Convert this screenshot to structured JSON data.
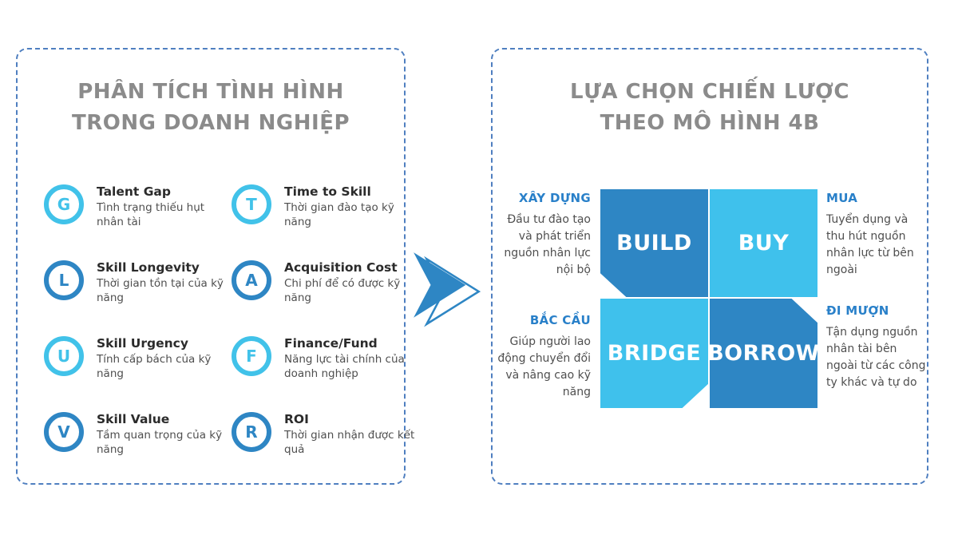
{
  "colors": {
    "accent_dark": "#2E86C4",
    "accent_light": "#41C2E9",
    "border_blue": "#4F7FC0",
    "title_gray": "#8B8B8B",
    "label_blue": "#2980C9",
    "text_dark": "#2B2B2B",
    "text_body": "#4F4F4F"
  },
  "left_panel": {
    "title_line1": "PHÂN TÍCH TÌNH HÌNH",
    "title_line2": "TRONG DOANH NGHIỆP",
    "items": [
      {
        "letter": "G",
        "title": "Talent Gap",
        "desc": "Tình trạng thiếu hụt nhân tài",
        "color": "#41C2E9"
      },
      {
        "letter": "T",
        "title": "Time to Skill",
        "desc": "Thời gian đào tạo kỹ năng",
        "color": "#41C2E9"
      },
      {
        "letter": "L",
        "title": "Skill Longevity",
        "desc": "Thời gian tồn tại của kỹ năng",
        "color": "#2E86C4"
      },
      {
        "letter": "A",
        "title": "Acquisition Cost",
        "desc": "Chi phí để có được kỹ năng",
        "color": "#2E86C4"
      },
      {
        "letter": "U",
        "title": "Skill Urgency",
        "desc": "Tính cấp bách của kỹ năng",
        "color": "#41C2E9"
      },
      {
        "letter": "F",
        "title": "Finance/Fund",
        "desc": "Năng lực tài chính của doanh nghiệp",
        "color": "#41C2E9"
      },
      {
        "letter": "V",
        "title": "Skill Value",
        "desc": "Tầm quan trọng của kỹ năng",
        "color": "#2E86C4"
      },
      {
        "letter": "R",
        "title": "ROI",
        "desc": "Thời gian nhận được kết quả",
        "color": "#2E86C4"
      }
    ]
  },
  "right_panel": {
    "title_line1": "LỰA CHỌN CHIẾN LƯỢC",
    "title_line2": "THEO MÔ HÌNH 4B",
    "quadrants": [
      {
        "word": "BUILD",
        "color": "#2E86C4"
      },
      {
        "word": "BUY",
        "color": "#3FC1EC"
      },
      {
        "word": "BRIDGE",
        "color": "#3FC1EC"
      },
      {
        "word": "BORROW",
        "color": "#2E86C4"
      }
    ],
    "annotations": [
      {
        "label": "XÂY DỰNG",
        "desc": "Đầu tư đào tạo và phát triển nguồn nhân lực nội bộ"
      },
      {
        "label": "MUA",
        "desc": "Tuyển dụng và thu hút nguồn nhân lực từ bên ngoài"
      },
      {
        "label": "BẮC CẦU",
        "desc": "Giúp người lao động chuyển đổi và nâng cao kỹ năng"
      },
      {
        "label": "ĐI MƯỢN",
        "desc": "Tận dụng nguồn nhân tài bên ngoài từ các công ty khác và tự do"
      }
    ]
  }
}
